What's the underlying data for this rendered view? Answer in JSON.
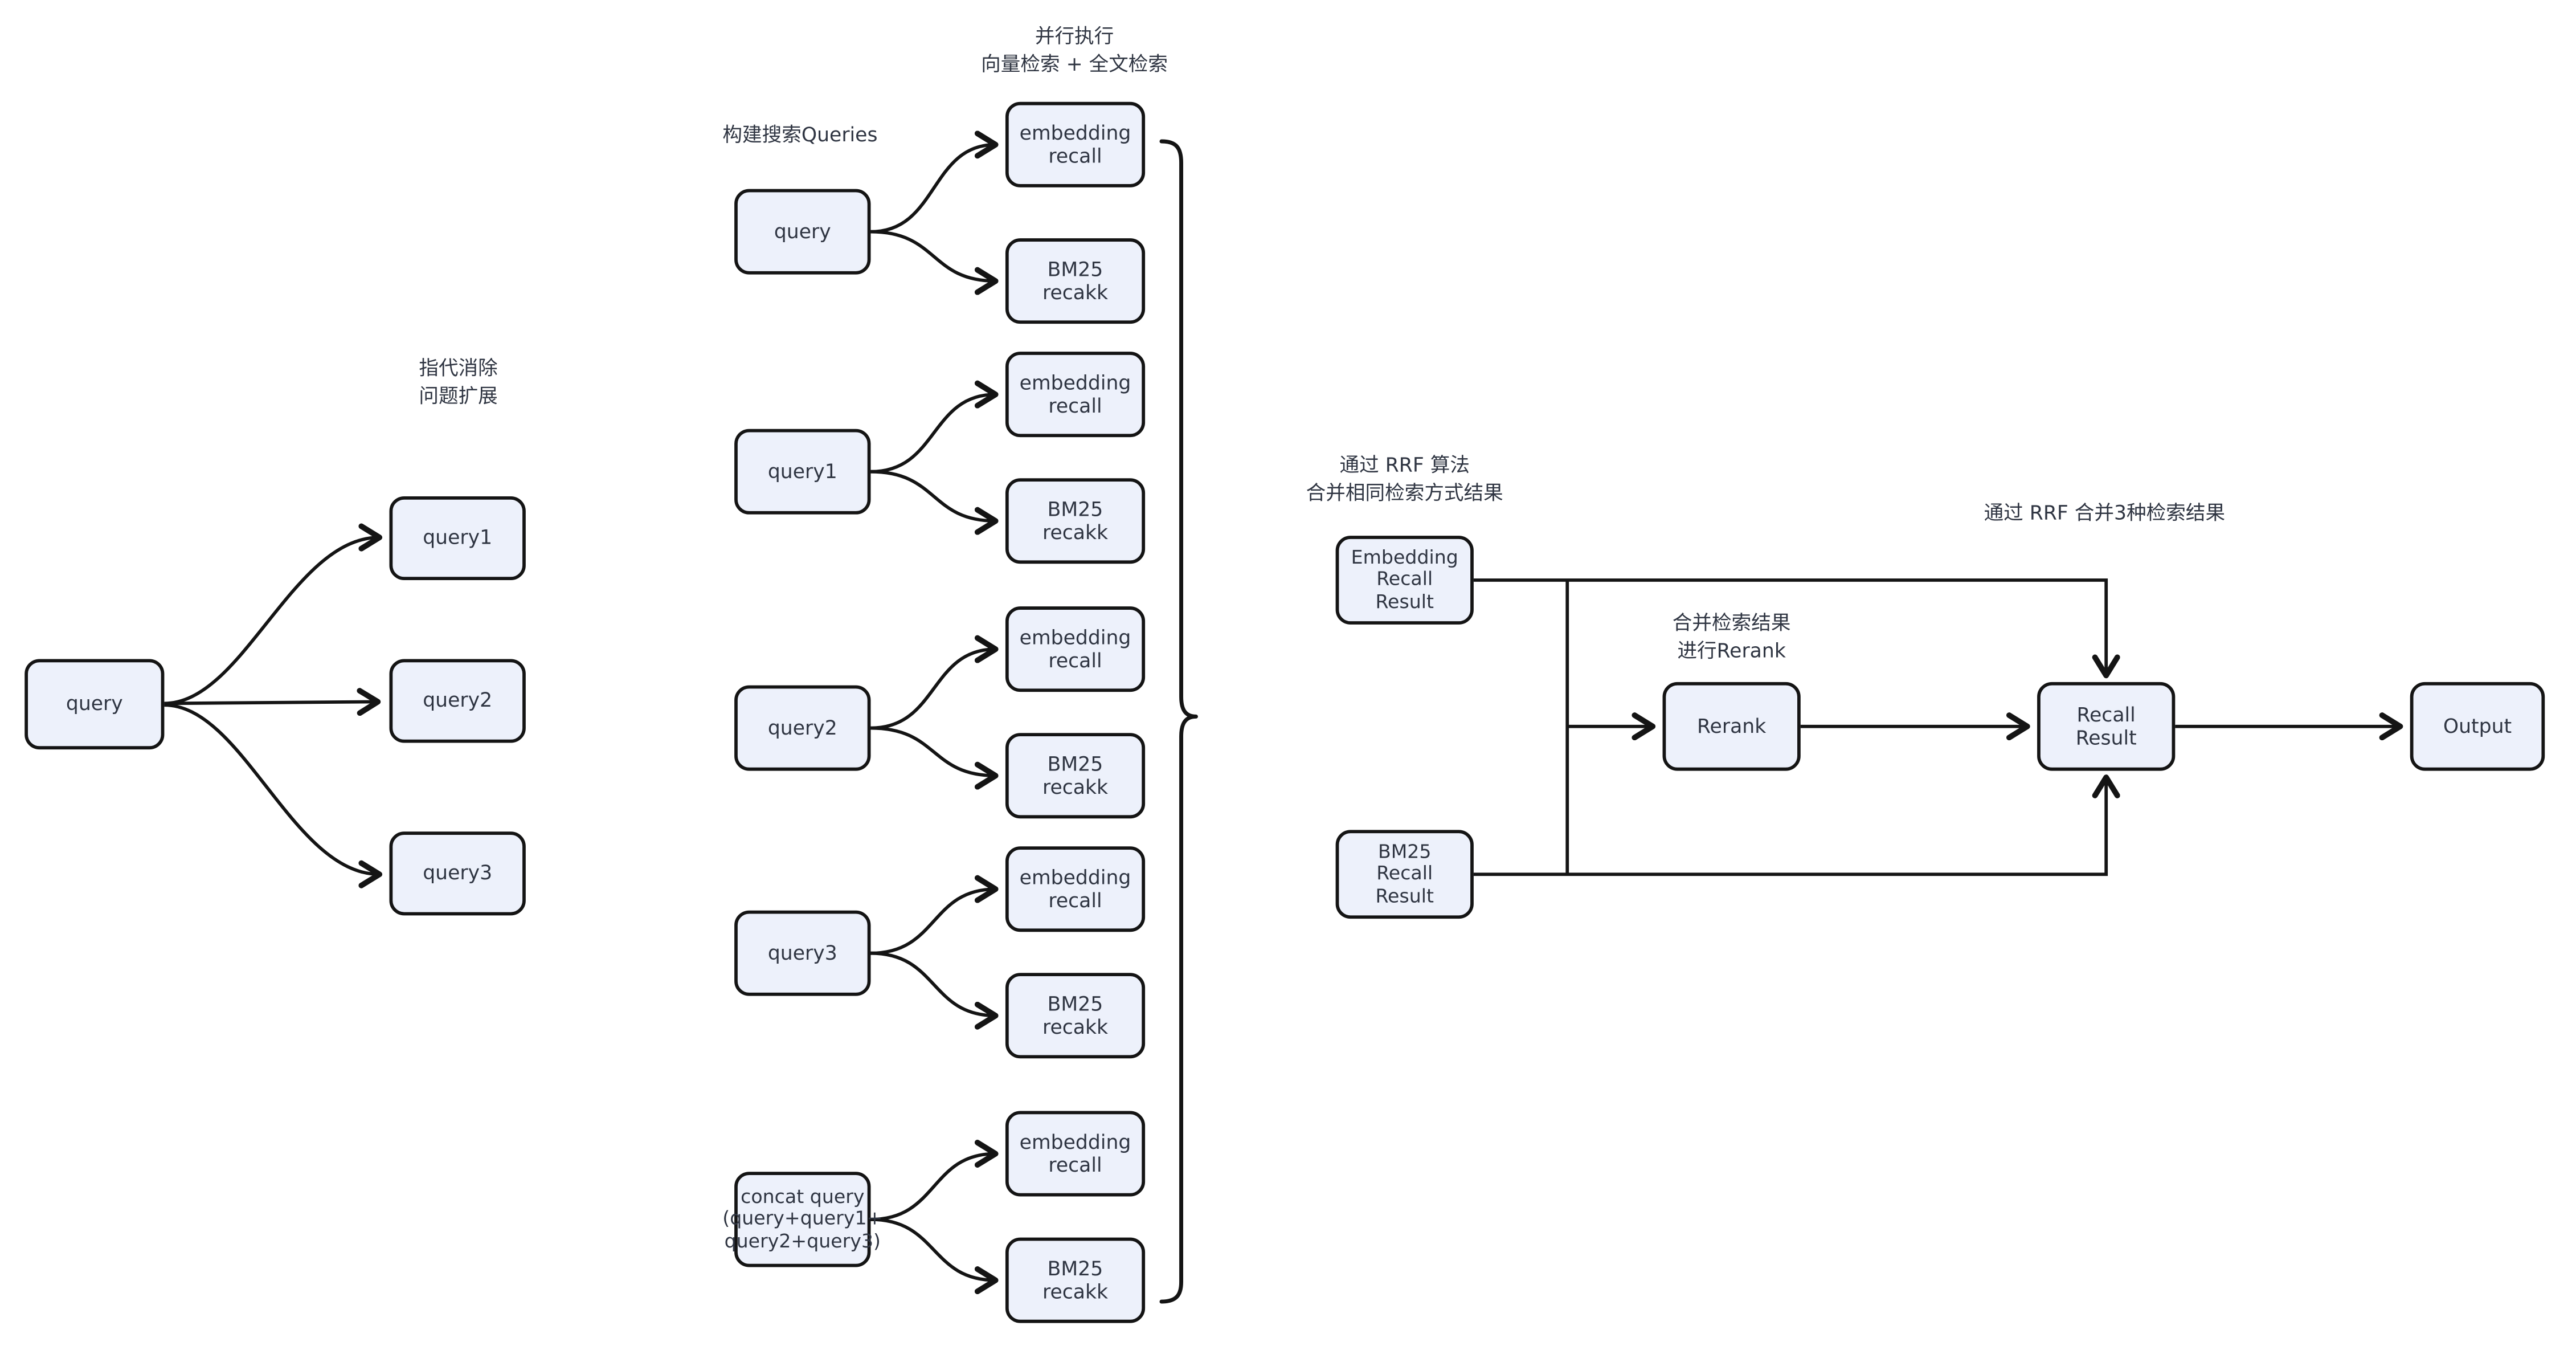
{
  "colors": {
    "background": "#ffffff",
    "box_fill": "#edf1fb",
    "box_border": "#141414",
    "line": "#141414",
    "text": "#2f3542"
  },
  "labels": {
    "parallel_exec": "并行执行\n向量检索 + 全文检索",
    "build_queries": "构建搜索Queries",
    "coref_expand": "指代消除\n问题扩展",
    "rrf_same": "通过 RRF 算法\n合并相同检索方式结果",
    "rrf_merge3": "通过 RRF 合并3种检索结果",
    "rerank_note": "合并检索结果\n进行Rerank"
  },
  "nodes": {
    "l_query": "query",
    "l_query1": "query1",
    "l_query2": "query2",
    "l_query3": "query3",
    "m_query": "query",
    "m_query1": "query1",
    "m_query2": "query2",
    "m_query3": "query3",
    "m_concat": "concat query\n(query+query1+\nquery2+query3)",
    "r1e": "embedding\nrecall",
    "r1b": "BM25\nrecakk",
    "r2e": "embedding\nrecall",
    "r2b": "BM25\nrecakk",
    "r3e": "embedding\nrecall",
    "r3b": "BM25\nrecakk",
    "r4e": "embedding\nrecall",
    "r4b": "BM25\nrecakk",
    "r5e": "embedding\nrecall",
    "r5b": "BM25\nrecakk",
    "embedding_recall_result": "Embedding\nRecall\nResult",
    "bm25_recall_result": "BM25\nRecall\nResult",
    "rerank": "Rerank",
    "recall_result": "Recall\nResult",
    "output": "Output"
  }
}
